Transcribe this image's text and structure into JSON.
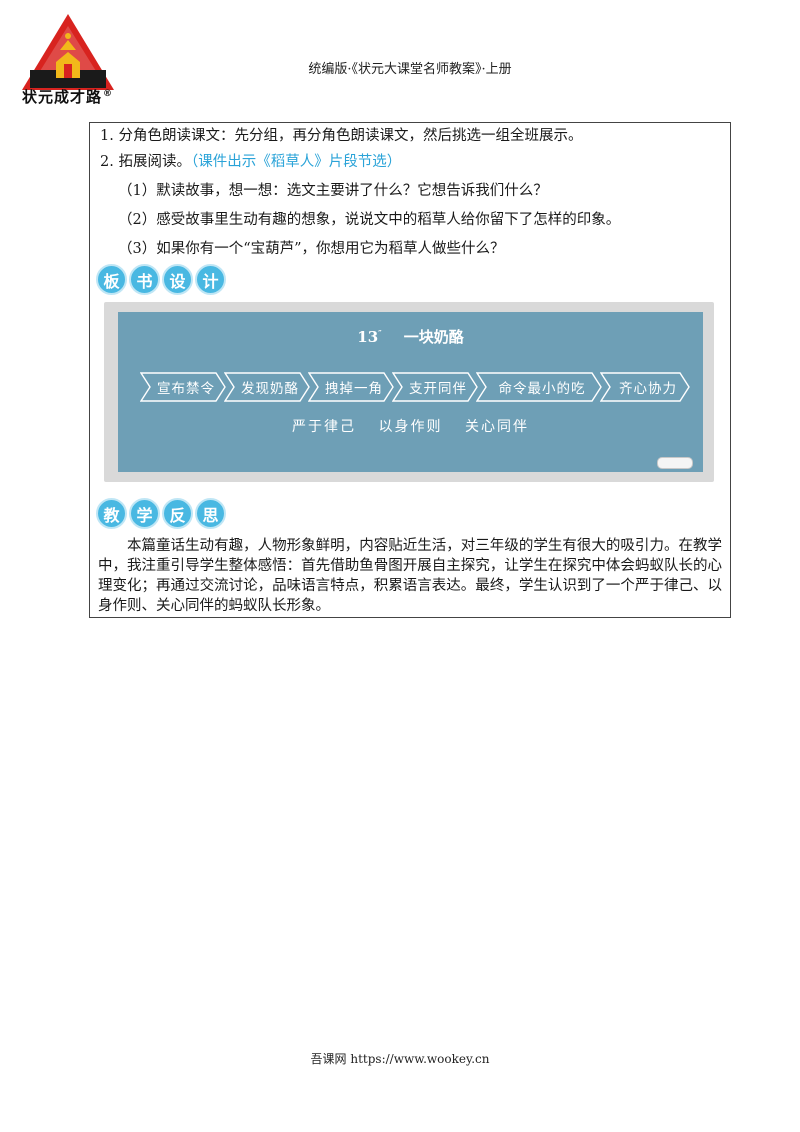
{
  "header": {
    "logo_text": "状元成才路",
    "logo_reg": "®",
    "title": "统编版·《状元大课堂名师教案》·上册"
  },
  "activities": {
    "item1": "1. 分角色朗读课文：先分组，再分角色朗读课文，然后挑选一组全班展示。",
    "item2_main": "2. 拓展阅读。",
    "item2_note": "（课件出示《稻草人》片段节选）",
    "q1": "（1）默读故事，想一想：选文主要讲了什么？它想告诉我们什么？",
    "q2": "（2）感受故事里生动有趣的想象，说说文中的稻草人给你留下了怎样的印象。",
    "q3": "（3）如果你有一个“宝葫芦”，你想用它为稻草人做些什么？"
  },
  "board_design": {
    "heading_chars": [
      "板",
      "书",
      "设",
      "计"
    ],
    "lesson_number": "13",
    "lesson_mark": "″",
    "lesson_title": "一块奶酪",
    "steps": [
      "宣布禁令",
      "发现奶酪",
      "拽掉一角",
      "支开同伴",
      "命令最小的吃",
      "齐心协力"
    ],
    "summary": "严于律己 以身作则 关心同伴"
  },
  "reflection": {
    "heading_chars": [
      "教",
      "学",
      "反",
      "思"
    ],
    "text": "本篇童话生动有趣，人物形象鲜明，内容贴近生活，对三年级的学生有很大的吸引力。在教学中，我注重引导学生整体感悟：首先借助鱼骨图开展自主探究，让学生在探究中体会蚂蚁队长的心理变化；再通过交流讨论，品味语言特点，积累语言表达。最终，学生认识到了一个严于律己、以身作则、关心同伴的蚂蚁队长形象。"
  },
  "footer": {
    "text": "吾课网 https://www.wookey.cn"
  },
  "colors": {
    "heading_circle": "#49b8e2",
    "note_text": "#2aa3d8",
    "board": "#6e9fb6",
    "logo_red": "#d8231f",
    "logo_gold": "#f2b81a"
  }
}
